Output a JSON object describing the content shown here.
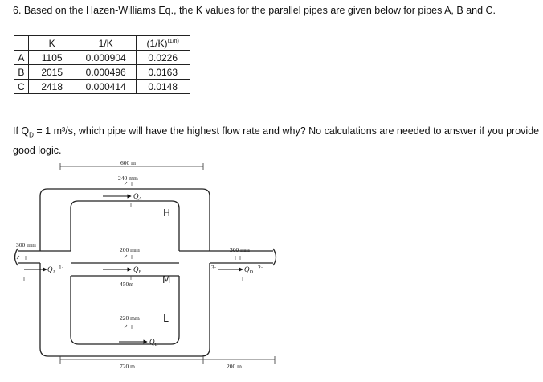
{
  "question": {
    "title": "6.  Based on the Hazen-Williams Eq., the K values for the parallel pipes are given below for pipes A, B and C.",
    "body_pre": "If Q",
    "body_sub": "D",
    "body_post": " = 1 m³/s, which pipe will have the highest flow rate and why? No calculations are needed to answer if you provide good logic."
  },
  "k_table": {
    "header": {
      "k": "K",
      "inv_k": "1/K",
      "inv_k_pow": "(1/K)",
      "pow_sup": "(1/n)"
    },
    "rows": [
      {
        "pipe": "A",
        "k": "1105",
        "inv_k": "0.000904",
        "inv_k_pow": "0.0226"
      },
      {
        "pipe": "B",
        "k": "2015",
        "inv_k": "0.000496",
        "inv_k_pow": "0.0163"
      },
      {
        "pipe": "C",
        "k": "2418",
        "inv_k": "0.000414",
        "inv_k_pow": "0.0148"
      }
    ]
  },
  "figure": {
    "len_top": "600 m",
    "dia_a": "240 mm",
    "flow_a": "Q",
    "flow_a_sub": "A",
    "hw_h": "H",
    "dia_left": "300 mm",
    "dia_b": "200 mm",
    "dia_right": "300 mm",
    "flow_1": "Q",
    "flow_1_sub": "1",
    "node_1": "1·",
    "flow_b": "Q",
    "flow_b_sub": "B",
    "node_3": "3·",
    "flow_d": "Q",
    "flow_d_sub": "D",
    "node_2": "2·",
    "len_b": "450m",
    "hw_m": "M",
    "dia_c": "220 mm",
    "hw_l": "L",
    "flow_c": "Q",
    "flow_c_sub": "C",
    "len_c": "720 m",
    "len_right": "200 m"
  }
}
